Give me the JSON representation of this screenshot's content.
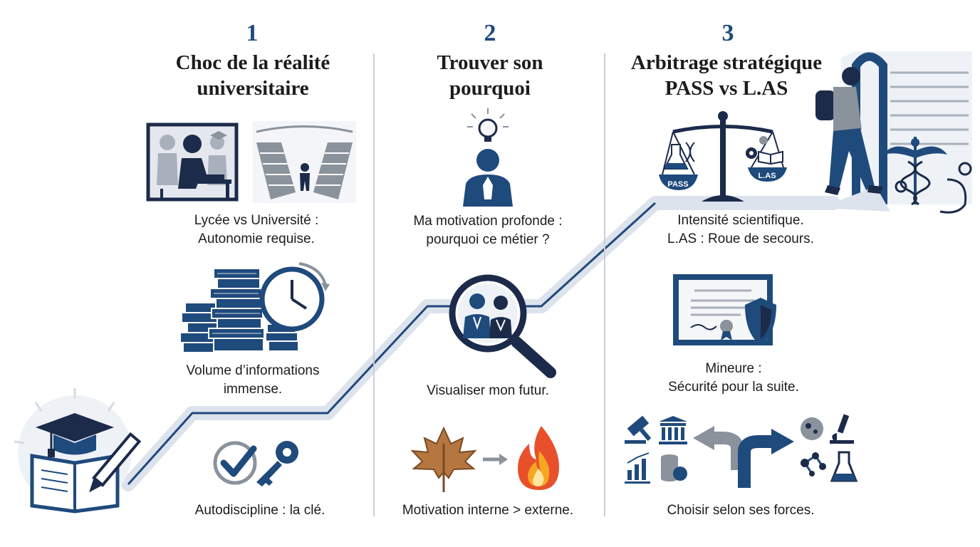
{
  "columns": [
    {
      "number": "1",
      "title_line1": "Choc de la réalité",
      "title_line2": "universitaire",
      "items": [
        {
          "line1": "Lycée vs Université :",
          "line2": "Autonomie requise."
        },
        {
          "line1": "Volume d’informations",
          "line2": "immense."
        },
        {
          "line1": "Autodiscipline : la clé.",
          "line2": ""
        }
      ]
    },
    {
      "number": "2",
      "title_line1": "Trouver son",
      "title_line2": "pourquoi",
      "items": [
        {
          "line1": "Ma motivation profonde :",
          "line2": "pourquoi ce métier ?"
        },
        {
          "line1": "Visualiser mon futur.",
          "line2": ""
        },
        {
          "line1": "Motivation interne > externe.",
          "line2": ""
        }
      ]
    },
    {
      "number": "3",
      "title_line1": "Arbitrage stratégique",
      "title_line2": "PASS vs L.AS",
      "items": [
        {
          "line1": "Intensité scientifique.",
          "line2": "L.AS : Roue de secours."
        },
        {
          "line1": "Mineure :",
          "line2": "Sécurité pour la suite."
        },
        {
          "line1": "Choisir selon ses forces.",
          "line2": ""
        }
      ]
    }
  ],
  "scale_labels": {
    "left": "PASS",
    "right": "L.AS"
  },
  "colors": {
    "navy": "#1f4a7c",
    "dark": "#1c2b4a",
    "path": "#dde3ec",
    "gray": "#8a929c",
    "divider": "#c9ced6"
  }
}
